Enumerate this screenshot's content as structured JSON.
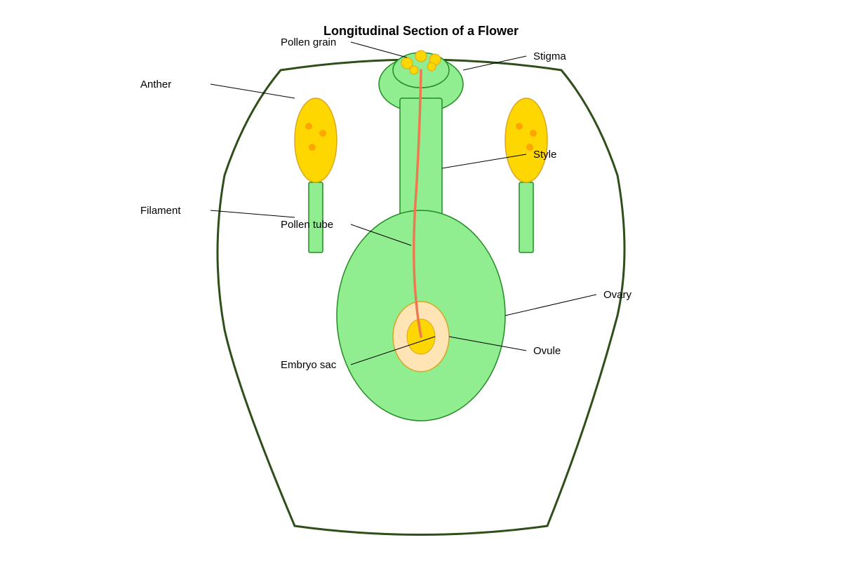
{
  "title": "Longitudinal Section of a Flower",
  "labels": {
    "pollen_grain": "Pollen grain",
    "stigma": "Stigma",
    "anther": "Anther",
    "style": "Style",
    "filament": "Filament",
    "pollen_tube": "Pollen tube",
    "ovary": "Ovary",
    "ovule": "Ovule",
    "embryo_sac": "Embryo sac"
  },
  "colors": {
    "outline": "#2f4f1a",
    "tissue_fill": "#90ee90",
    "tissue_stroke": "#228b22",
    "anther_fill": "#ffd700",
    "anther_stroke": "#daa520",
    "anther_dots": "#ffa500",
    "pollen_tube": "#f07850",
    "ovule_fill": "#ffe4b5",
    "embryo_sac_fill": "#ffd700"
  }
}
